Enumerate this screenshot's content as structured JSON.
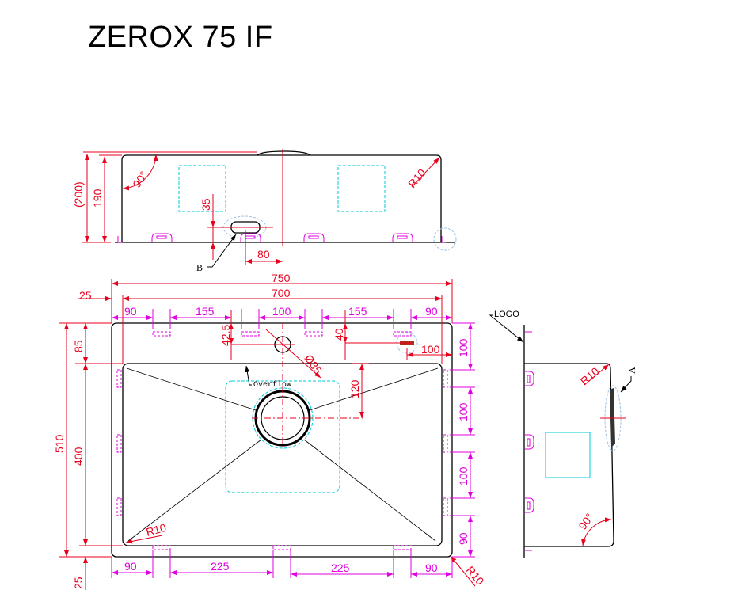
{
  "title": "ZEROX 75 IF",
  "front_view": {
    "dims": {
      "overall_height": "(200)",
      "height": "190",
      "overflow_height": "35",
      "overflow_offset": "80",
      "angle": "90°",
      "radius": "R10"
    },
    "callout": "B"
  },
  "top_view": {
    "widths": {
      "overall": "750",
      "inner": "700",
      "offset": "25"
    },
    "top_clips": [
      "90",
      "155",
      "100",
      "155",
      "90"
    ],
    "tap_hole": {
      "offset_y": "42.5",
      "diameter": "Ø35"
    },
    "logo_area": {
      "offset_y": "40",
      "offset_x": "100"
    },
    "drain_offset": "120",
    "overflow_label": "Overflow",
    "left_dims": {
      "overall": "510",
      "bowl": "400",
      "top": "85",
      "bottom": "25"
    },
    "right_clips": [
      "100",
      "100",
      "100",
      "90"
    ],
    "bottom_clips": [
      "90",
      "225",
      "225",
      "90"
    ],
    "radius_inner": "R10",
    "radius_outer": "R10"
  },
  "side_view": {
    "logo_label": "LOGO",
    "callout": "A",
    "radius": "R10",
    "angle": "90°"
  }
}
